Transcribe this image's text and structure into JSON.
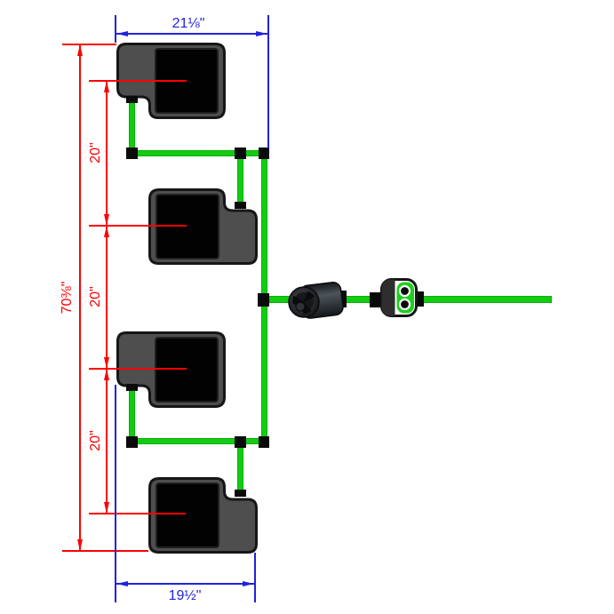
{
  "diagram": {
    "type": "4-pot recirculating hydroponic system layout drawing",
    "dimensions": {
      "top_width": "21⅛\"",
      "bottom_width": "19½\"",
      "overall_height": "70⅜\"",
      "spacing_1": "20\"",
      "spacing_2": "20\"",
      "spacing_3": "20\""
    },
    "components": {
      "pots": [
        "grow-pot-1",
        "grow-pot-2",
        "grow-pot-3",
        "grow-pot-4"
      ],
      "pump": "inline-water-pump",
      "manifold": "dual-port-manifold-fitting",
      "tubing": "green-return-tubing"
    },
    "colors": {
      "pipe_green": "#12cc12",
      "manifold_green": "#1fcf1f",
      "dimension_blue": "#2222dd",
      "dimension_red": "#ff0000",
      "pot_body_gray": "#4e4e4e",
      "pot_inner_black": "#020202",
      "fitting_black": "#0a0a0a"
    }
  }
}
